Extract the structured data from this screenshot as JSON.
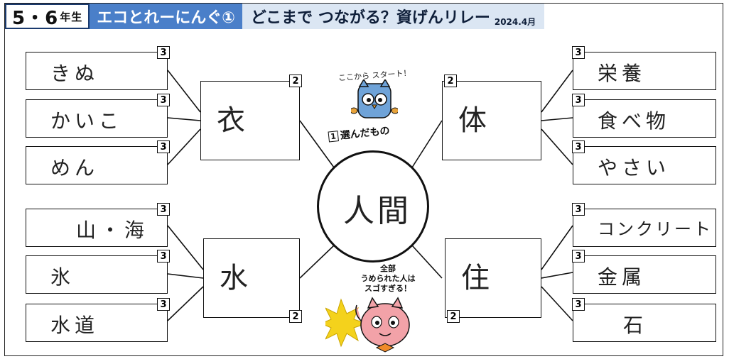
{
  "header": {
    "grade_main": "5・6",
    "grade_suffix": "年生",
    "series": "エコとれーにんぐ①",
    "title": "どこまで つながる？資げんリレー",
    "date": "2024.4月"
  },
  "center": {
    "label": "人間",
    "start_note": "ここから スタート！",
    "chosen_num": "1",
    "chosen_label": "選んだもの",
    "bonus_line1": "全部",
    "bonus_line2": "うめられた人は",
    "bonus_line3": "スゴすぎる！"
  },
  "branches": {
    "clothing": {
      "badge": "2",
      "label": "衣",
      "leaves": [
        {
          "badge": "3",
          "text": "きぬ"
        },
        {
          "badge": "3",
          "text": "かいこ"
        },
        {
          "badge": "3",
          "text": "めん"
        }
      ]
    },
    "body": {
      "badge": "2",
      "label": "体",
      "leaves": [
        {
          "badge": "3",
          "text": "栄養"
        },
        {
          "badge": "3",
          "text": "食べ物"
        },
        {
          "badge": "3",
          "text": "やさい"
        }
      ]
    },
    "water": {
      "badge": "2",
      "label": "水",
      "leaves": [
        {
          "badge": "3",
          "text": "山・海"
        },
        {
          "badge": "3",
          "text": "氷"
        },
        {
          "badge": "3",
          "text": "水道"
        }
      ]
    },
    "housing": {
      "badge": "2",
      "label": "住",
      "leaves": [
        {
          "badge": "3",
          "text": "コンクリート"
        },
        {
          "badge": "3",
          "text": "金属"
        },
        {
          "badge": "3",
          "text": "石"
        }
      ]
    }
  },
  "colors": {
    "title_band": "#4a7fc9",
    "subtitle_band": "#dbe6f3",
    "mascot_blue": "#6fa3d8",
    "mascot_pink": "#f2a2a8",
    "burst": "#f4d21c"
  }
}
